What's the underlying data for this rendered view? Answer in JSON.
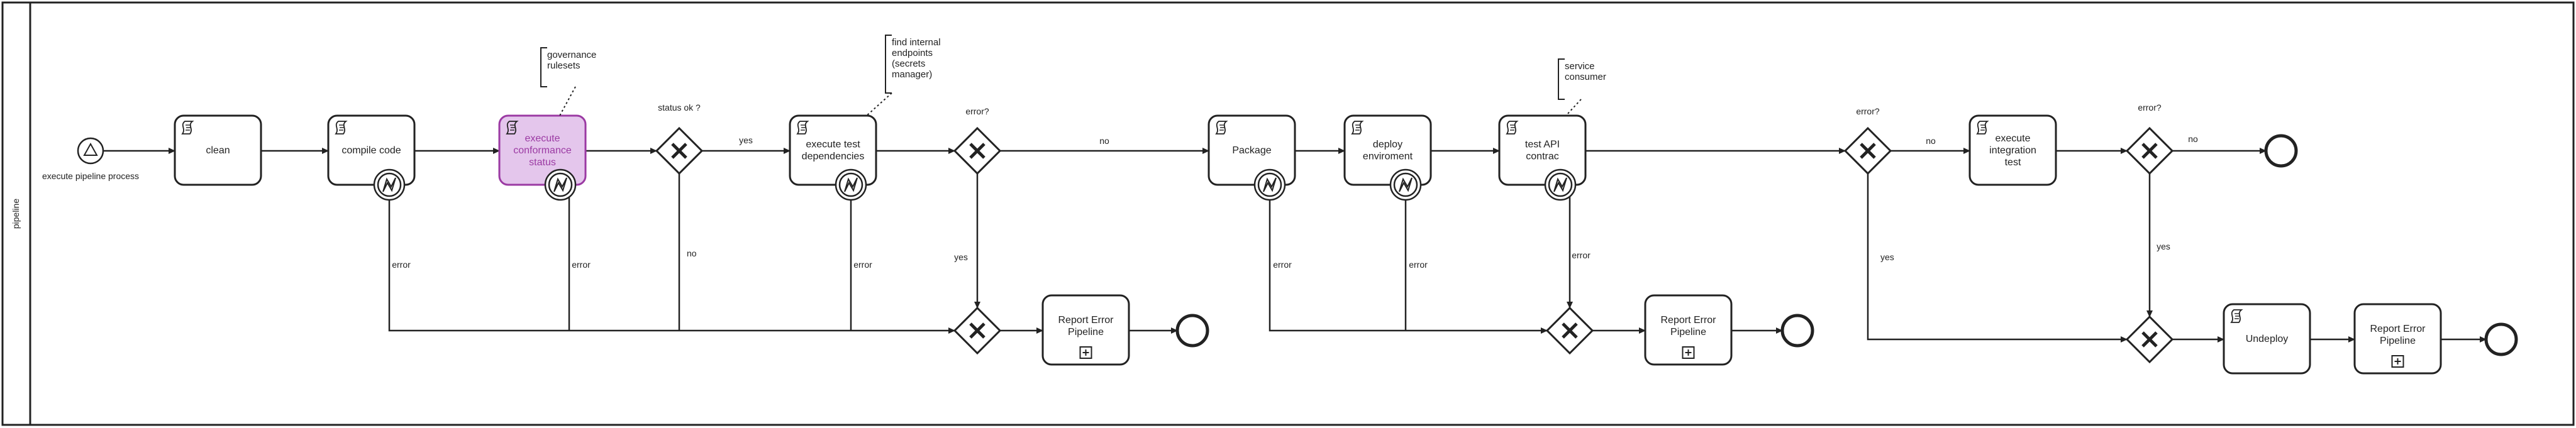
{
  "pool": {
    "label": "pipeline"
  },
  "start_event": {
    "label": "execute pipeline process"
  },
  "tasks": [
    {
      "id": "clean",
      "label": "clean"
    },
    {
      "id": "compile",
      "label": "compile code"
    },
    {
      "id": "conformance",
      "label": "execute conformance status"
    },
    {
      "id": "testdeps",
      "label": "execute test dependencies"
    },
    {
      "id": "package",
      "label": "Package"
    },
    {
      "id": "deploy",
      "label": "deploy enviroment"
    },
    {
      "id": "testapi",
      "label": "test API contrac"
    },
    {
      "id": "integration",
      "label": "execute integration test"
    },
    {
      "id": "undeploy",
      "label": "Undeploy"
    },
    {
      "id": "report1",
      "label": "Report Error Pipeline"
    },
    {
      "id": "report2",
      "label": "Report Error Pipeline"
    },
    {
      "id": "report3",
      "label": "Report Error Pipeline"
    }
  ],
  "gateways": [
    {
      "id": "g1",
      "label": "status ok ?"
    },
    {
      "id": "g2",
      "label": "error?"
    },
    {
      "id": "g3",
      "label": "error?"
    },
    {
      "id": "g4",
      "label": "error?"
    },
    {
      "id": "m1",
      "label": ""
    },
    {
      "id": "m2",
      "label": ""
    },
    {
      "id": "m3",
      "label": ""
    }
  ],
  "annotations": [
    {
      "id": "a1",
      "lines": [
        "governance",
        "rulesets"
      ]
    },
    {
      "id": "a2",
      "lines": [
        "find internal",
        "endpoints",
        "(secrets",
        "manager)"
      ]
    },
    {
      "id": "a3",
      "lines": [
        "service",
        "consumer"
      ]
    }
  ],
  "flow_labels": [
    {
      "id": "yes1",
      "text": "yes"
    },
    {
      "id": "no1",
      "text": "no"
    },
    {
      "id": "no2",
      "text": "no"
    },
    {
      "id": "yes2",
      "text": "yes"
    },
    {
      "id": "no3",
      "text": "no"
    },
    {
      "id": "yes3",
      "text": "yes"
    },
    {
      "id": "no4",
      "text": "no"
    },
    {
      "id": "yes4",
      "text": "yes"
    },
    {
      "id": "err1",
      "text": "error"
    },
    {
      "id": "err2",
      "text": "error"
    },
    {
      "id": "err3",
      "text": "error"
    },
    {
      "id": "err4",
      "text": "error"
    },
    {
      "id": "err5",
      "text": "error"
    },
    {
      "id": "err6",
      "text": "error"
    }
  ],
  "colors": {
    "line": "#222222",
    "highlight_fill": "#e4c6ec",
    "highlight_stroke": "#9b3aa3",
    "highlight_text": "#9b3aa3"
  },
  "icons": {
    "script_task": "script-icon",
    "boundary_event": "error-boundary-icon",
    "subprocess": "subprocess-marker-icon",
    "gateway": "exclusive-gateway-icon",
    "start": "signal-start-icon",
    "end": "end-event-icon"
  }
}
